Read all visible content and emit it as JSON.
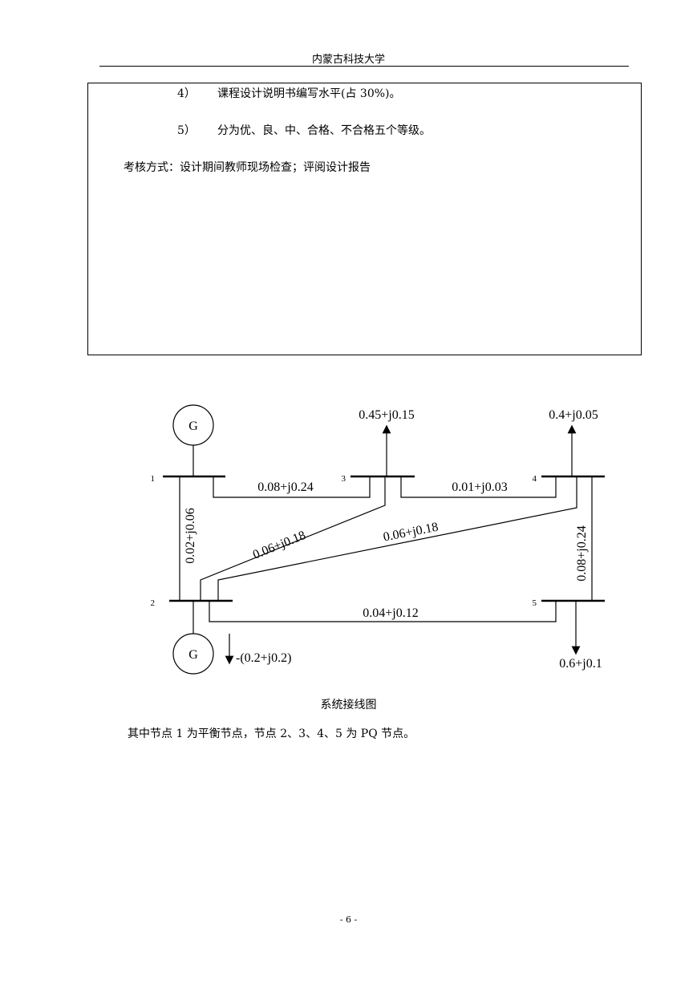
{
  "header": {
    "title": "内蒙古科技大学"
  },
  "eval_box": {
    "items": [
      {
        "num": "4）",
        "text": "课程设计说明书编写水平(占 30%)。"
      },
      {
        "num": "5）",
        "text": "分为优、良、中、合格、不合格五个等级。"
      }
    ],
    "method": "考核方式：设计期间教师现场检查；评阅设计报告"
  },
  "diagram": {
    "generators": [
      {
        "label": "G"
      },
      {
        "label": "G"
      }
    ],
    "buses": [
      {
        "label": "1"
      },
      {
        "label": "2"
      },
      {
        "label": "3"
      },
      {
        "label": "4"
      },
      {
        "label": "5"
      }
    ],
    "branches": [
      {
        "from": 1,
        "to": 3,
        "impedance": "0.08+j0.24"
      },
      {
        "from": 1,
        "to": 2,
        "impedance": "0.02+j0.06"
      },
      {
        "from": 2,
        "to": 3,
        "impedance": "0.06+j0.18"
      },
      {
        "from": 2,
        "to": 4,
        "impedance": "0.06+j0.18"
      },
      {
        "from": 3,
        "to": 4,
        "impedance": "0.01+j0.03"
      },
      {
        "from": 4,
        "to": 5,
        "impedance": "0.08+j0.24"
      },
      {
        "from": 2,
        "to": 5,
        "impedance": "0.04+j0.12"
      }
    ],
    "loads": [
      {
        "bus": 3,
        "value": "0.45+j0.15"
      },
      {
        "bus": 4,
        "value": "0.4+j0.05"
      },
      {
        "bus": 5,
        "value": "0.6+j0.1"
      },
      {
        "bus": 2,
        "value": "-(0.2+j0.2)"
      }
    ],
    "caption": "系统接线图"
  },
  "note": "其中节点 1 为平衡节点，节点 2、3、4、5 为 PQ 节点。",
  "footer": {
    "page": "- 6 -"
  }
}
